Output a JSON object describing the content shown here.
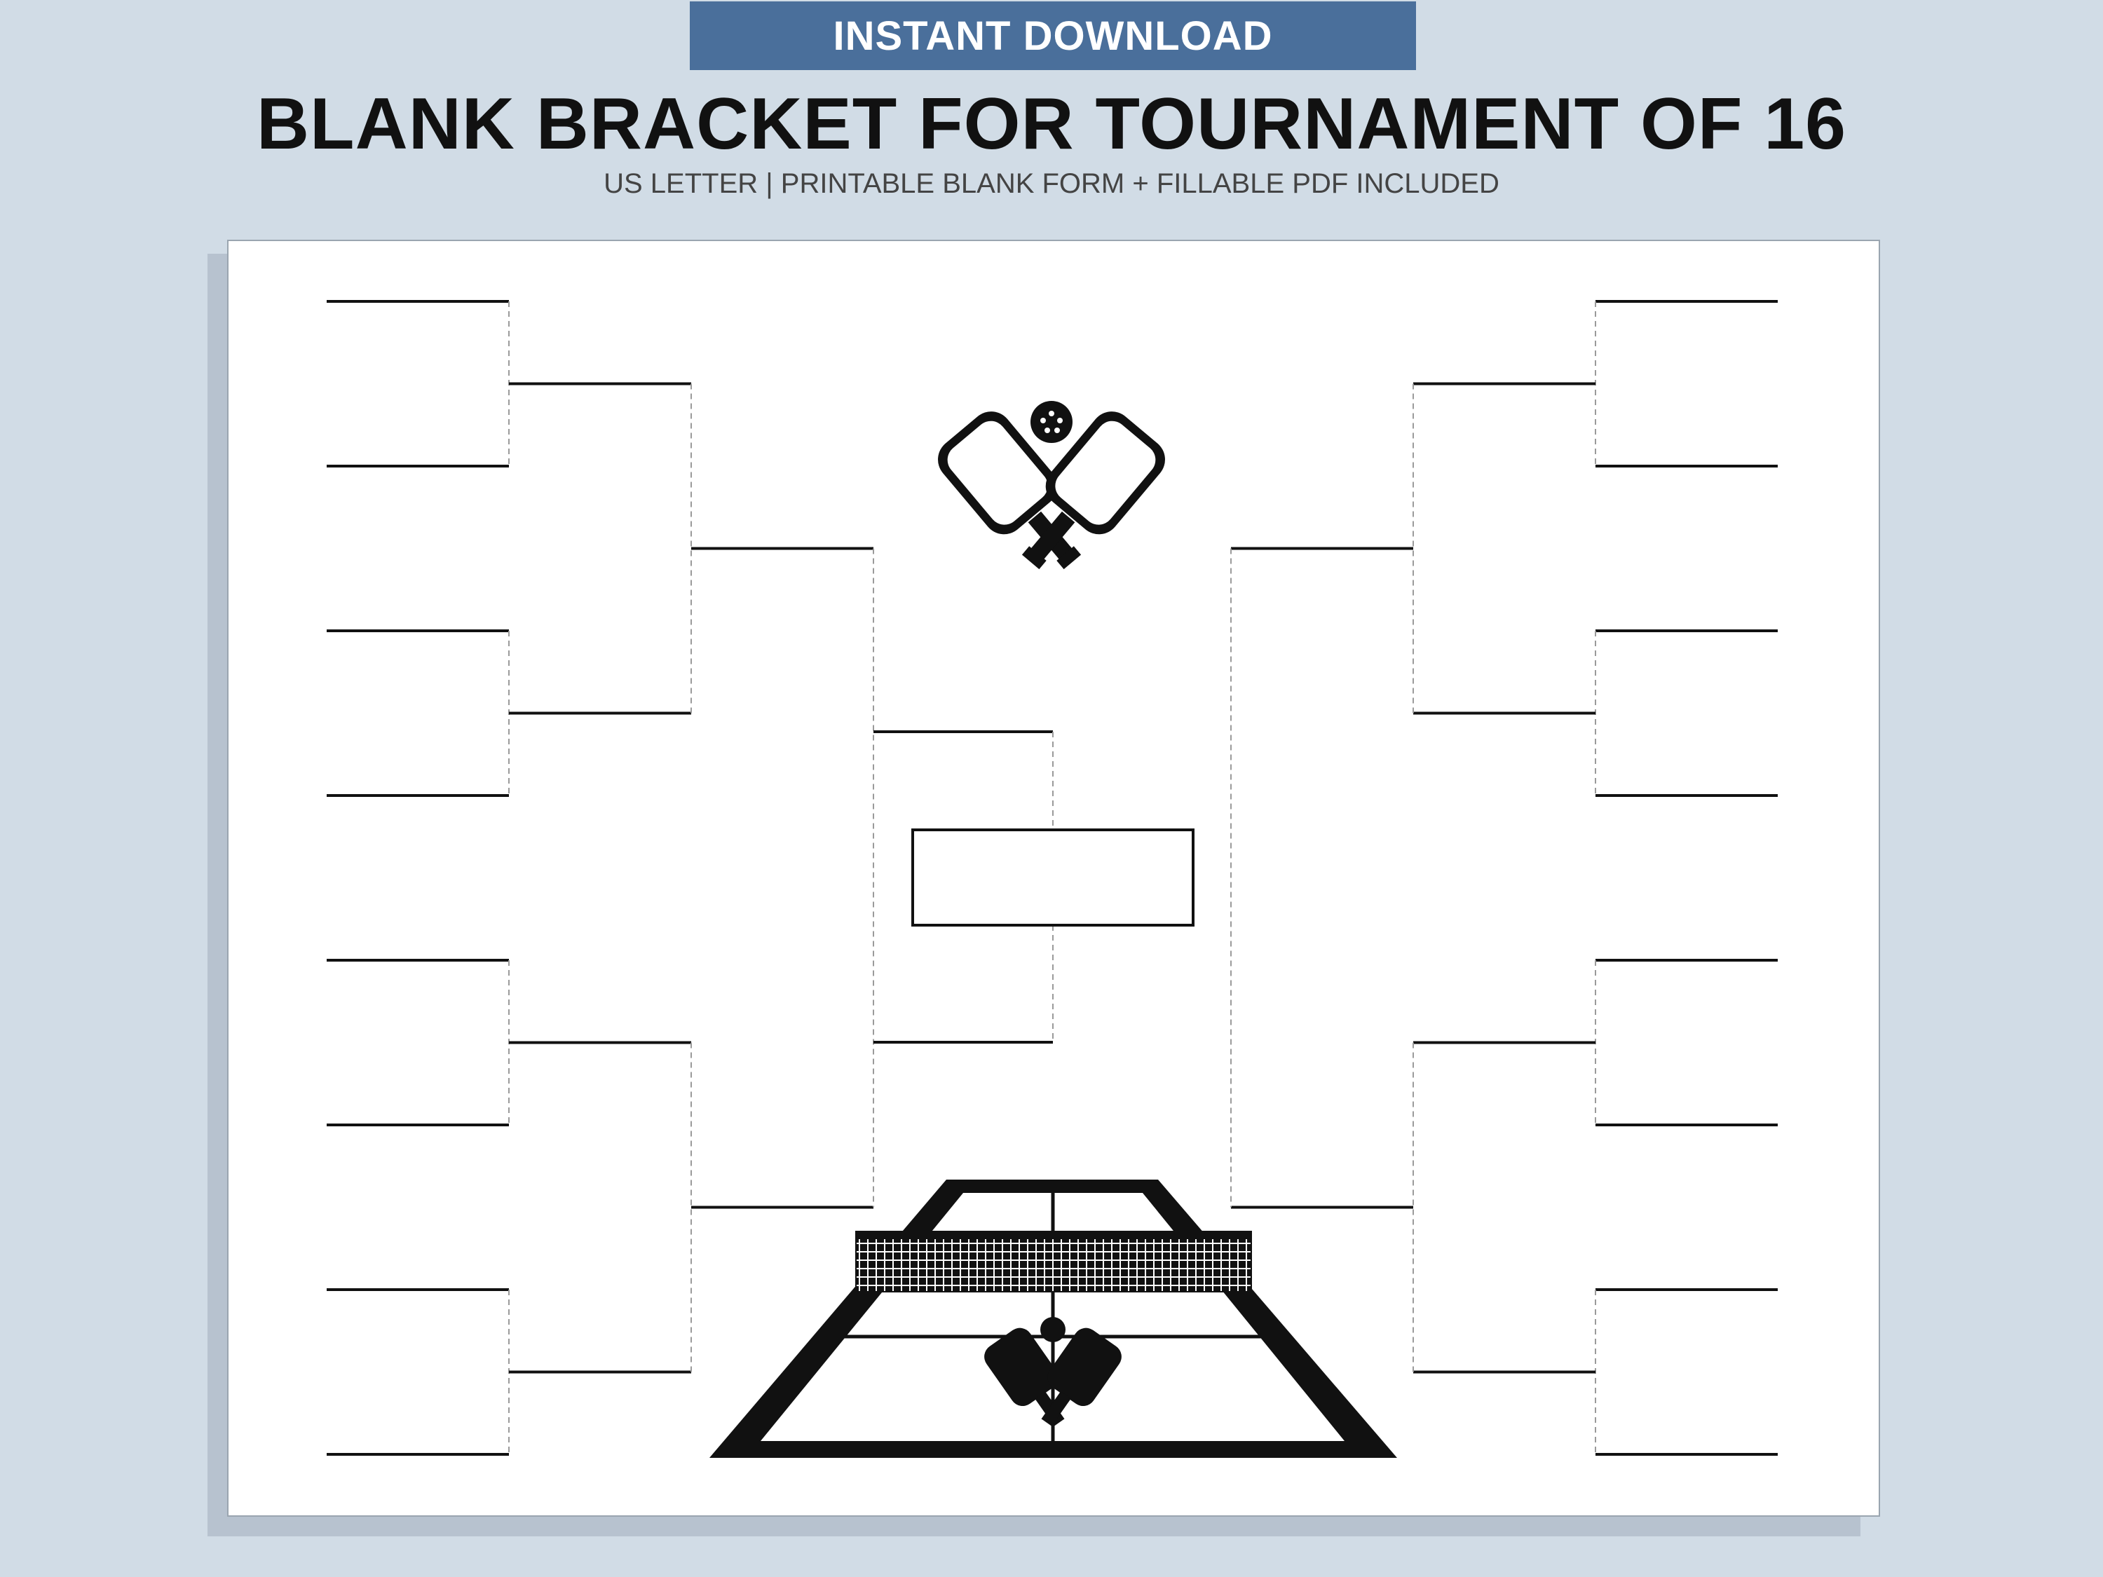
{
  "banner": {
    "label": "INSTANT DOWNLOAD"
  },
  "header": {
    "title": "BLANK BRACKET FOR TOURNAMENT OF 16",
    "subtitle": "US LETTER  | PRINTABLE BLANK FORM + FILLABLE PDF INCLUDED"
  },
  "bracket": {
    "teams": 16,
    "slots_per_side": 8,
    "rounds_per_side": 3
  },
  "colors": {
    "background": "#d1dce6",
    "banner": "#4a6f9b",
    "banner_text": "#ffffff",
    "ink": "#111111",
    "paper": "#ffffff"
  },
  "icons": [
    "crossed-paddles-icon",
    "pickleball-court-icon"
  ]
}
